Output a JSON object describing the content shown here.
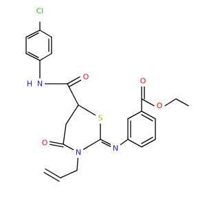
{
  "colors": {
    "background": "#ffffff",
    "bond": "#000000",
    "Cl": "#1ec81e",
    "N": "#1a1aff",
    "O": "#ff0d0d",
    "S": "#b8b800"
  },
  "atoms": {
    "cl": "Cl",
    "n_amide": "N",
    "h_amide": "H",
    "o_amide": "O",
    "s_ring": "S",
    "o_ring": "O",
    "n_ring": "N",
    "n_imine": "N",
    "o_ester_carbonyl": "O",
    "o_ester": "O"
  }
}
